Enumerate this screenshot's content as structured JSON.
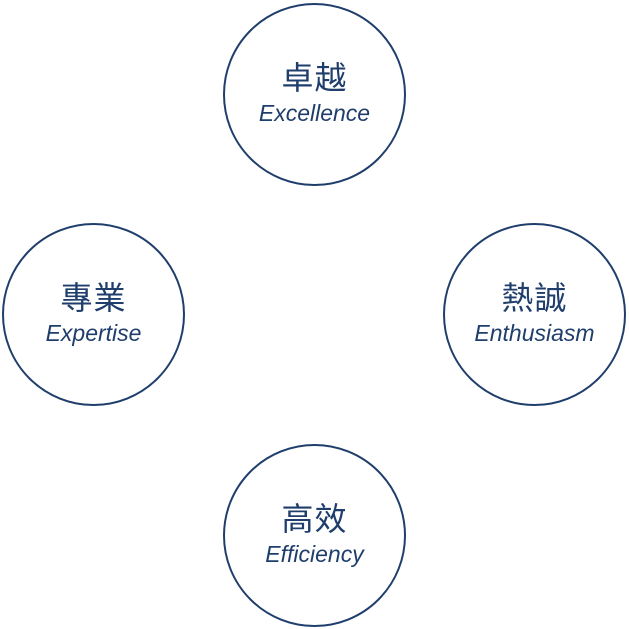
{
  "values": {
    "excellence": {
      "zh": "卓越",
      "en": "Excellence"
    },
    "expertise": {
      "zh": "專業",
      "en": "Expertise"
    },
    "enthusiasm": {
      "zh": "熱誠",
      "en": "Enthusiasm"
    },
    "efficiency": {
      "zh": "高效",
      "en": "Efficiency"
    }
  },
  "colors": {
    "accent": "#1f3e6c",
    "background": "#ffffff"
  }
}
